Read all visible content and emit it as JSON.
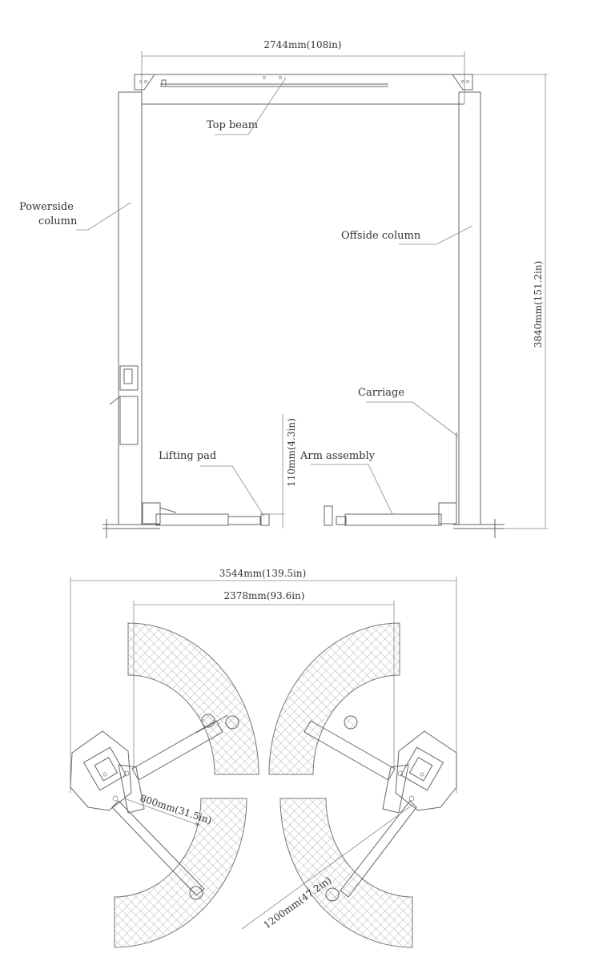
{
  "front_view": {
    "width_dim": "2744mm(108in)",
    "height_dim": "3840mm(151.2in)",
    "pad_height_dim": "110mm(4.3in)",
    "labels": {
      "top_beam": "Top beam",
      "powerside_line1": "Powerside",
      "powerside_line2": "column",
      "offside": "Offside column",
      "carriage": "Carriage",
      "lifting_pad": "Lifting pad",
      "arm_assembly": "Arm assembly"
    }
  },
  "top_view": {
    "overall_width_dim": "3544mm(139.5in)",
    "inner_width_dim": "2378mm(93.6in)",
    "short_arm_dim": "800mm(31.5in)",
    "long_arm_dim": "1200mm(47.2in)"
  },
  "colors": {
    "line": "#666666",
    "text": "#333333"
  }
}
